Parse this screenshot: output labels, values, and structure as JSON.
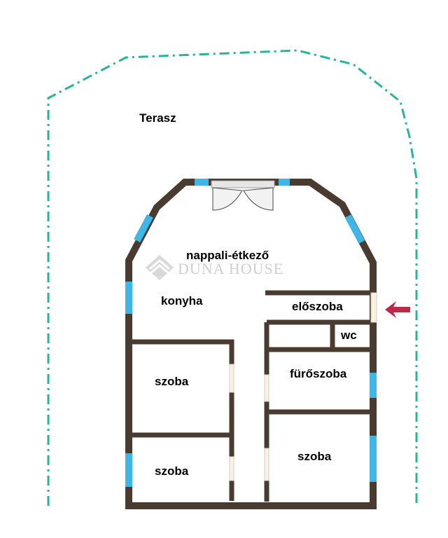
{
  "labels": {
    "terrace": "Terasz",
    "living_dining": "nappali-étkező",
    "kitchen": "konyha",
    "hallway": "előszoba",
    "wc": "wc",
    "bathroom": "fürőszoba",
    "room_left_upper": "szoba",
    "room_left_lower": "szoba",
    "room_right_lower": "szoba"
  },
  "watermark": {
    "text": "DUNA HOUSE"
  },
  "colors": {
    "wall": "#4a3b31",
    "window": "#3fb6e6",
    "terrace_border": "#2bb39a",
    "entrance_arrow": "#c0284a",
    "door": "#f7f1e6",
    "watermark": "#cfcfcf"
  },
  "icons": {
    "entrance": "entrance-arrow-icon",
    "logo": "duna-house-logo-icon"
  }
}
